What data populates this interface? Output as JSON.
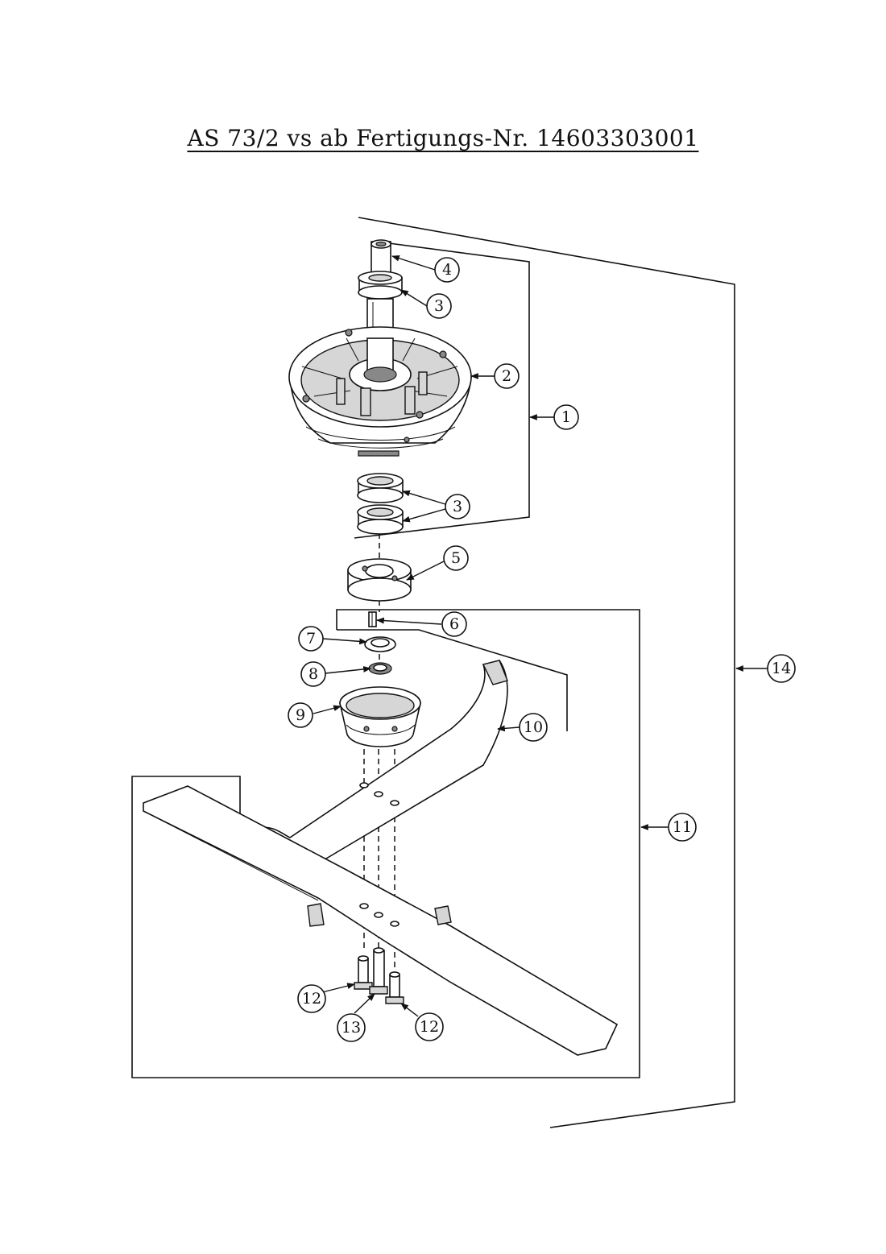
{
  "title": "AS 73/2 vs ab Fertigungs-Nr. 14603303001",
  "callouts": [
    {
      "id": "c1",
      "label": "1"
    },
    {
      "id": "c2",
      "label": "2"
    },
    {
      "id": "c3a",
      "label": "3"
    },
    {
      "id": "c3b",
      "label": "3"
    },
    {
      "id": "c4",
      "label": "4"
    },
    {
      "id": "c5",
      "label": "5"
    },
    {
      "id": "c6",
      "label": "6"
    },
    {
      "id": "c7",
      "label": "7"
    },
    {
      "id": "c8",
      "label": "8"
    },
    {
      "id": "c9",
      "label": "9"
    },
    {
      "id": "c10",
      "label": "10"
    },
    {
      "id": "c11",
      "label": "11"
    },
    {
      "id": "c12a",
      "label": "12"
    },
    {
      "id": "c12b",
      "label": "12"
    },
    {
      "id": "c13",
      "label": "13"
    },
    {
      "id": "c14",
      "label": "14"
    }
  ]
}
